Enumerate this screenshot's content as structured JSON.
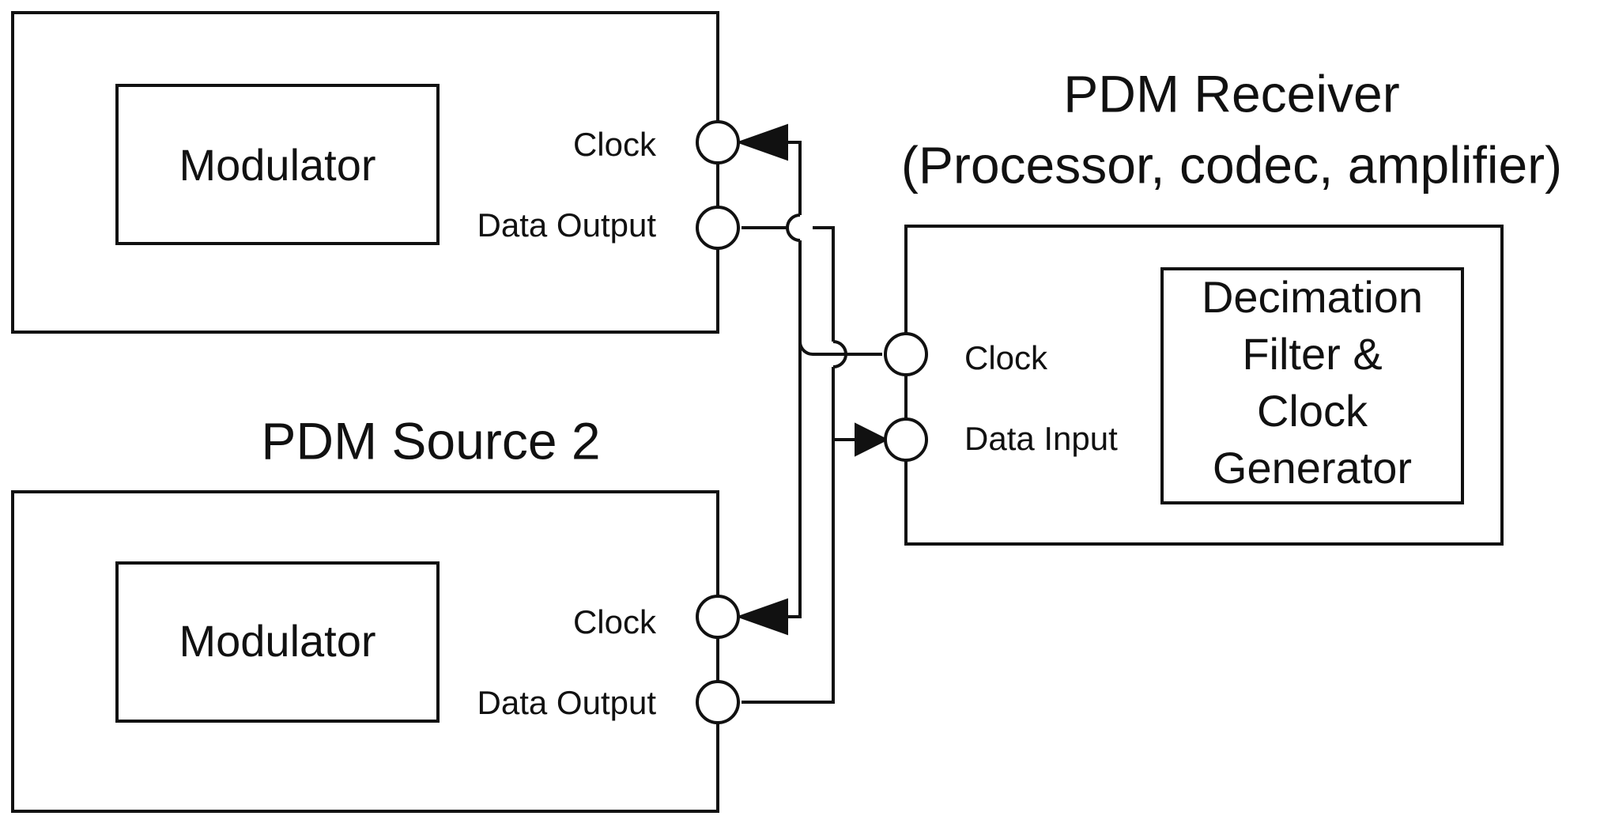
{
  "source1": {
    "modulator_label": "Modulator",
    "clock_label": "Clock",
    "data_label": "Data Output"
  },
  "source2": {
    "title": "PDM Source 2",
    "modulator_label": "Modulator",
    "clock_label": "Clock",
    "data_label": "Data Output"
  },
  "receiver": {
    "title_line1": "PDM Receiver",
    "title_line2": "(Processor, codec, amplifier)",
    "clock_label": "Clock",
    "data_label": "Data Input",
    "block_lines": [
      "Decimation",
      "Filter &",
      "Clock",
      "Generator"
    ]
  },
  "colors": {
    "line": "#111111",
    "background": "#ffffff"
  }
}
